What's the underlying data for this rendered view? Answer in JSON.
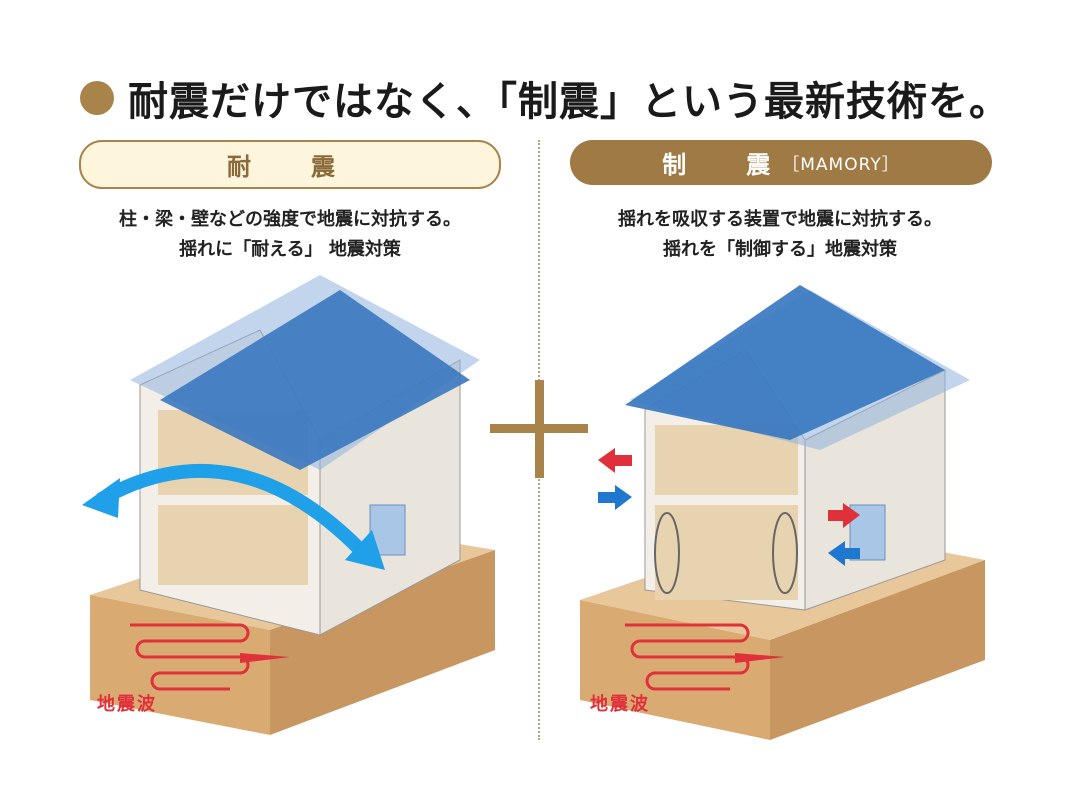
{
  "title": "耐震だけではなく、「制震」という最新技術を。",
  "left": {
    "pill_label": "耐　震",
    "desc_line1": "柱・梁・壁などの強度で地震に対抗する。",
    "desc_line2": "揺れに「耐える」 地震対策",
    "wave_label": "地震波"
  },
  "right": {
    "pill_label": "制　震",
    "pill_sub": "［MAMORY］",
    "desc_line1": "揺れを吸収する装置で地震に対抗する。",
    "desc_line2": "揺れを「制御する」地震対策",
    "wave_label": "地震波"
  },
  "colors": {
    "accent": "#a8844a",
    "roof": "#3a78c0",
    "ground": "#d9ab72",
    "wave": "#e0303a",
    "arrow": "#1fa0e8"
  }
}
